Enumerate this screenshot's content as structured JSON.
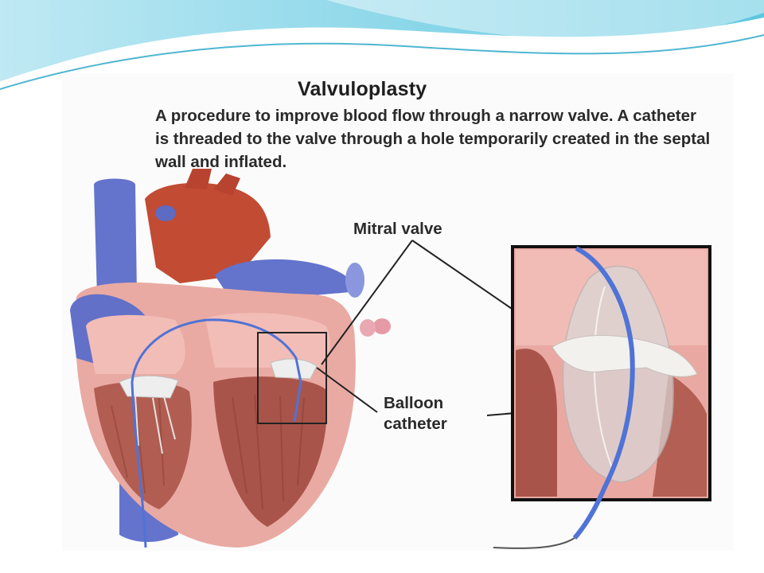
{
  "title": "Valvuloplasty",
  "description": "A procedure to improve blood flow through a narrow valve. A catheter is threaded to the valve through a hole temporarily created in the septal wall and inflated.",
  "labels": {
    "mitral_valve": "Mitral valve",
    "balloon_catheter": "Balloon catheter"
  },
  "colors": {
    "banner_teal": "#5fc3da",
    "banner_light": "#cfeef5",
    "vein_blue": "#5d6fc9",
    "artery_red": "#c04a35",
    "heart_pink": "#e8a8a0",
    "muscle_dark": "#a3564b",
    "catheter_blue": "#4f73d6",
    "balloon_gray": "#d8d8d8"
  }
}
